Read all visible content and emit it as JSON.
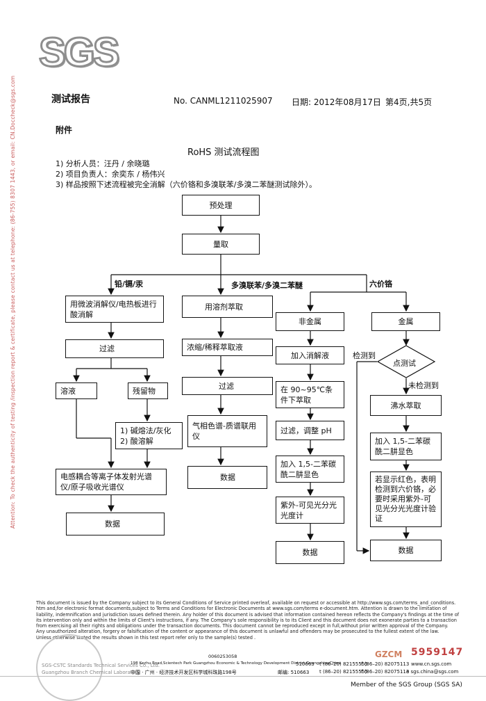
{
  "logo": "SGS",
  "header": {
    "title": "测试报告",
    "report_no": "No. CANML1211025907",
    "date": "日期: 2012年08月17日",
    "page": "第4页,共5页"
  },
  "attachment": "附件",
  "flow_title": "RoHS 测试流程图",
  "notes": [
    "1)  分析人员：汪丹 / 余晓璐",
    "2)  项目负责人：余奕东 / 杨伟兴",
    "3)  样品按照下述流程被完全消解（六价铬和多溴联苯/多溴二苯醚测试除外）。"
  ],
  "flow": {
    "pretreat": "预处理",
    "measure": "量取",
    "branch_pb": "铅/镉/汞",
    "branch_pbb": "多溴联苯/多溴二苯醚",
    "branch_cr": "六价铬",
    "microwave": "用微波消解仪/电热板进行酸消解",
    "filter1": "过滤",
    "solution": "溶液",
    "residue": "残留物",
    "alkali_1": "1)  碱熔法/灰化",
    "alkali_2": "2)  酸溶解",
    "icp": "电感耦合等离子体发射光谱仪/原子吸收光谱仪",
    "data1": "数据",
    "solvent": "用溶剂萃取",
    "concentrate": "浓缩/稀释萃取液",
    "filter2": "过滤",
    "gcms": "气相色谱-质谱联用仪",
    "data2": "数据",
    "nonmetal": "非金属",
    "add_digest": "加入消解液",
    "extract_9095": "在 90~95℃条件下萃取",
    "filter_ph": "过滤，调整 pH",
    "add_dpc1": "加入 1,5-二苯碳酰二肼显色",
    "uvvis": "紫外-可见光分光光度计",
    "data3": "数据",
    "metal": "金属",
    "spot_test": "点测试",
    "detected": "检测到",
    "not_detected": "未检测到",
    "boil_extract": "沸水萃取",
    "add_dpc2": "加入 1,5-二苯碳酰二肼显色",
    "red_note": "若显示红色，表明检测到六价铬，必要时采用紫外-可见光分光光度计验证",
    "data4": "数据"
  },
  "side_text": "Attention: To check the authenticity of testing /inspection report & certificate, please contact us at telephone: (86-755) 8307 1443, or email: CN.Doccheck@sgs.com",
  "footer": {
    "disclaimer": [
      "This document is issued by the Company subject to its General Conditions of Service printed overleaf, available on request or accessible at http://www.sgs.com/terms_and_conditions.",
      "htm and,for electronic format documents,subject to Terms and Conditions for Electronic Documents at www.sgs.com/terms e-document.htm. Attention is drawn to the limitation of",
      "liability, indemnification and jurisdiction issues defined therein. Any holder of this document is advised that information contained hereon reflects the Company's findings at the time of",
      "its intervention only and within the limits of Client's instructions, if any. The Company's sole responsibility is to its Client and this document does not exonerate parties to a transaction",
      "from exercising all their rights and obligations under the transaction documents. This document cannot be reproduced except in full,without prior written approval of the Company.",
      "Any unauthorized alteration, forgery or falsification of the content or appearance of this document is unlawful and offenders may be prosecuted to the fullest extent of the law.",
      "Unless otherwise stated the results shown in this test report refer only to the sample(s) tested ."
    ],
    "gzcm": "GZCM",
    "serial": "5959147",
    "company_en": "SGS-CSTC Standards Technical Services Co., Ltd.",
    "company_cn": "Guangzhou Branch Chemical Laboratory",
    "address_en": "198 Kezhu Road,Scientech Park Guangzhou Economic & Technology Development District,Guangzhou,China",
    "address_cn": "中国 · 广州 · 经济技术开发区科学城科珠路198号",
    "postcode_en": "510663",
    "postcode_cn": "邮编: 510663",
    "tel_en": "t (86–20) 82155555",
    "tel_cn": "t (86–20) 82155555",
    "fax_en": "f (86–20) 82075113",
    "fax_cn": "f (86–20) 82075113",
    "web": "www.cn.sgs.com",
    "email": "e sgs.china@sgs.com",
    "code": "0060253058",
    "member": "Member of the SGS Group (SGS SA)"
  }
}
